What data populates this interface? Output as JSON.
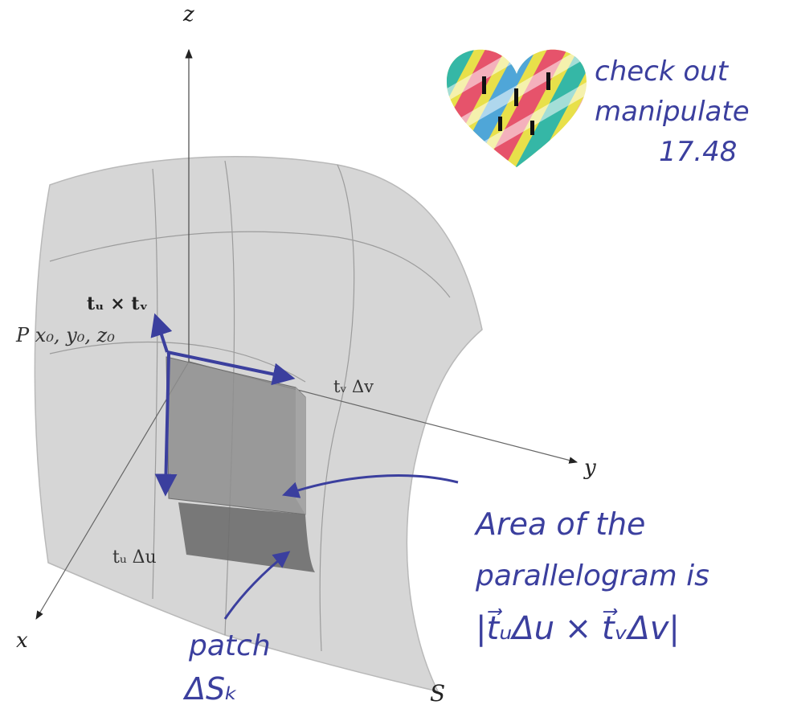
{
  "axes": {
    "z": "z",
    "y": "y",
    "x": "x"
  },
  "labels": {
    "surface": "S",
    "point": "P x₀, y₀, z₀",
    "normal": "tᵤ × tᵥ",
    "tv": "tᵥ Δv",
    "tu": "tᵤ Δu"
  },
  "notes": {
    "check_line1": "check out",
    "check_line2": "manipulate",
    "check_line3": "17.48",
    "area_line1": "Area of the",
    "area_line2": "parallelogram is",
    "area_formula": "|t⃗ᵤΔu × t⃗ᵥΔv|",
    "patch_line1": "patch",
    "patch_line2": "ΔSₖ"
  },
  "colors": {
    "surface": "#d4d4d4",
    "patch": "#8c8c8c",
    "ink": "#3b3f9e",
    "axis": "#444444",
    "heart": [
      "#e8e04a",
      "#35b7a6",
      "#e6536b",
      "#4fa6d8",
      "#f3a1c0"
    ]
  }
}
